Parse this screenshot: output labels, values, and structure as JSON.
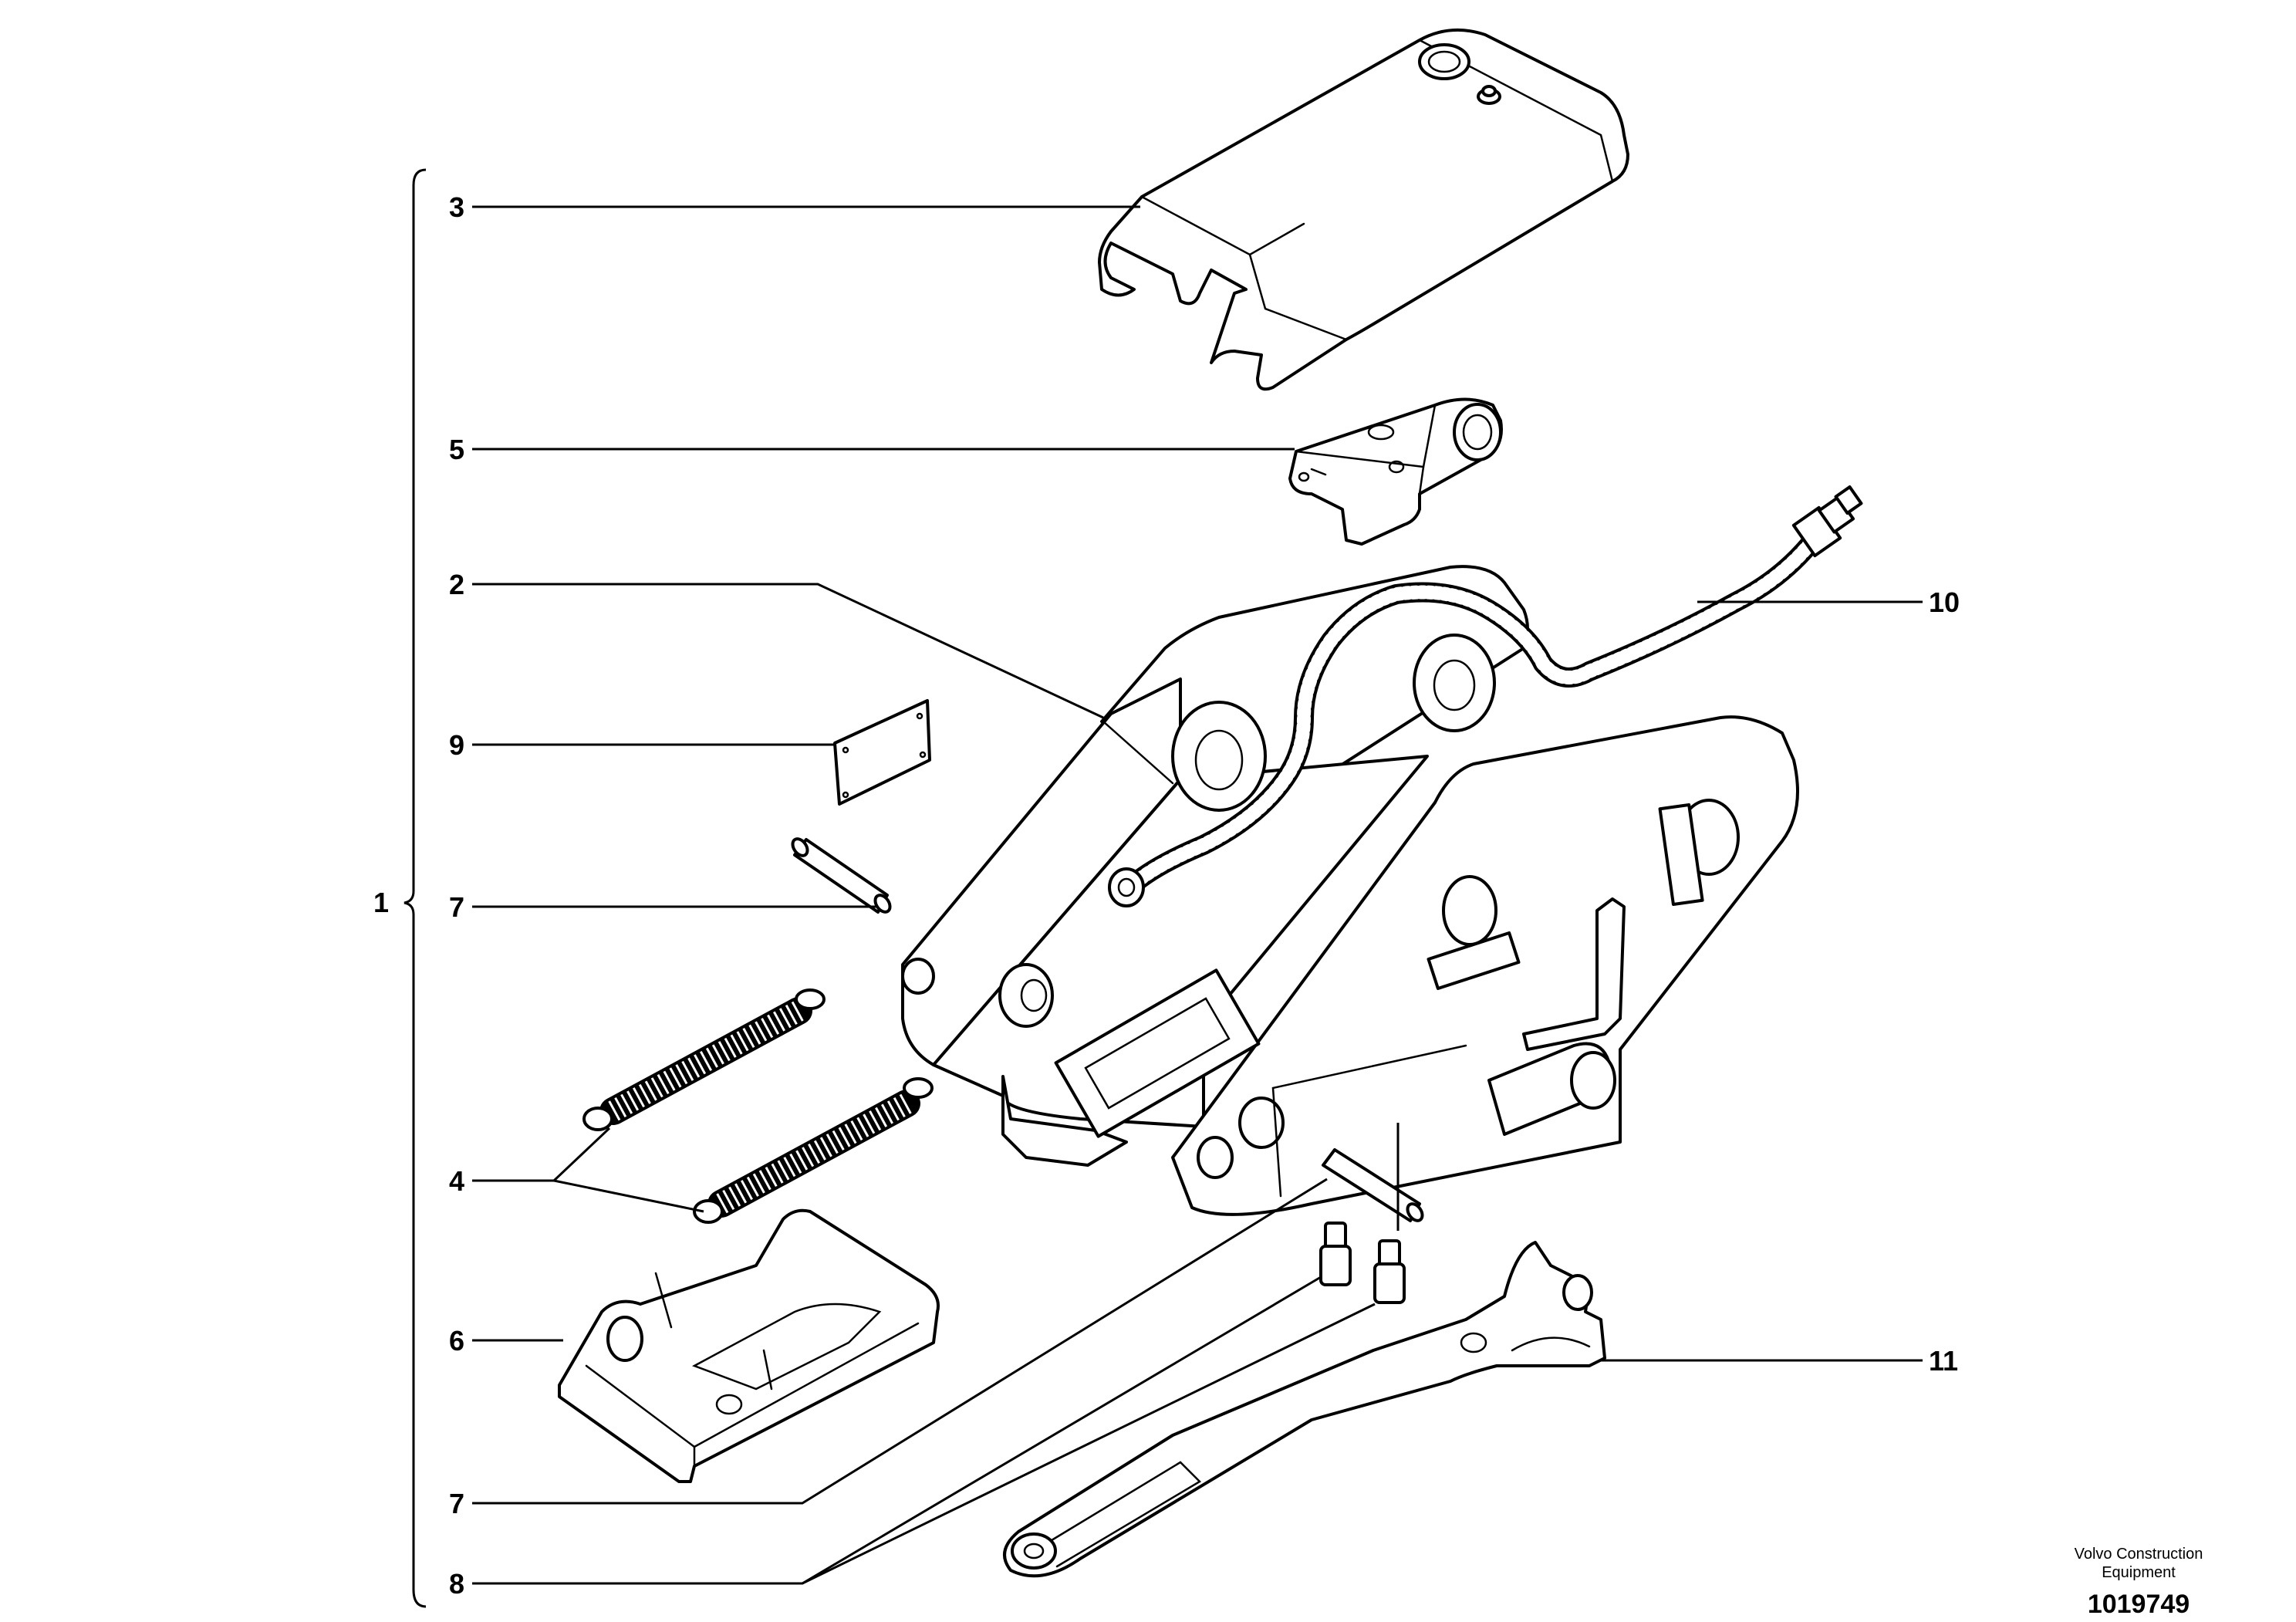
{
  "callouts": {
    "c1": "1",
    "c3": "3",
    "c5": "5",
    "c2": "2",
    "c10": "10",
    "c9": "9",
    "c7a": "7",
    "c4": "4",
    "c6": "6",
    "c11": "11",
    "c7b": "7",
    "c8": "8"
  },
  "footer": {
    "company_line1": "Volvo Construction",
    "company_line2": "Equipment",
    "drawing_number": "1019749"
  }
}
